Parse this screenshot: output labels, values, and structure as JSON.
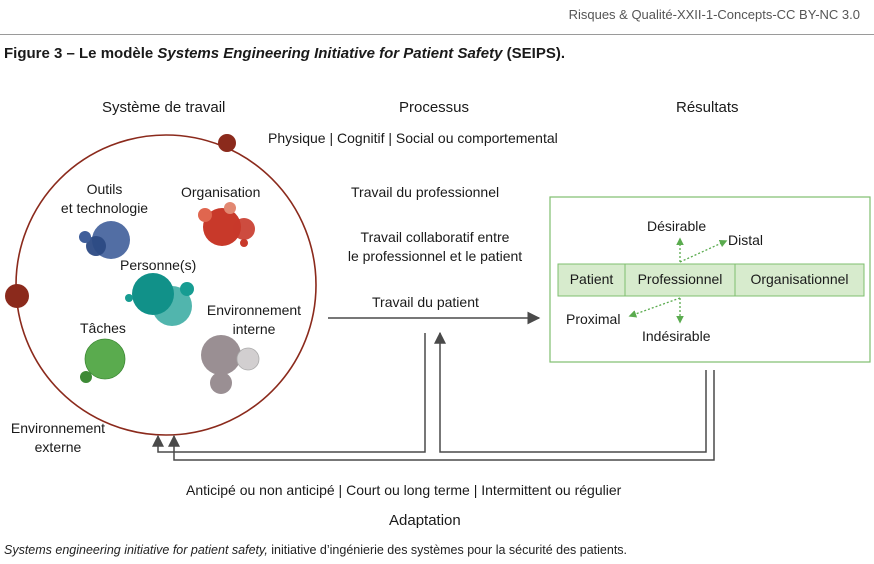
{
  "header": {
    "source": "Risques & Qualité-XXII-1-Concepts-CC BY-NC 3.0"
  },
  "figure_title": {
    "prefix": "Figure 3 – Le modèle ",
    "italic": "Systems Engineering Initiative for Patient Safety",
    "suffix": " (SEIPS)."
  },
  "columns": {
    "work_system": "Système de travail",
    "process": "Processus",
    "results": "Résultats"
  },
  "work_system": {
    "tools": [
      "Outils",
      "et technologie"
    ],
    "organisation": "Organisation",
    "person": "Personne(s)",
    "internal_env": [
      "Environnement",
      "interne"
    ],
    "tasks": "Tâches",
    "external_env": [
      "Environnement",
      "externe"
    ]
  },
  "process": {
    "dimensions": "Physique | Cognitif | Social ou comportemental",
    "prof_work": "Travail du professionnel",
    "collab_work": [
      "Travail collaboratif entre",
      "le professionnel et le patient"
    ],
    "patient_work": "Travail du patient"
  },
  "results": {
    "desirable": "Désirable",
    "distal": "Distal",
    "proximal": "Proximal",
    "undesirable": "Indésirable",
    "row": [
      "Patient",
      "Professionnel",
      "Organisationnel"
    ]
  },
  "adaptation": {
    "types": "Anticipé ou non anticipé | Court ou long terme | Intermittent ou régulier",
    "label": "Adaptation"
  },
  "footer": {
    "italic": "Systems engineering initiative for patient safety,",
    "rest": " initiative d’ingénierie des systèmes pour la sécurité des patients."
  },
  "colors": {
    "circle_border": "#8b2a1c",
    "tools": "#3f5e9a",
    "organisation": "#c8392a",
    "person": "#179c92",
    "internal_env": "#9a8f93",
    "tasks": "#5aab4e",
    "results_border": "#7fbf6f",
    "results_row_fill": "#d7ebcd",
    "arrow": "#4a4a4a"
  }
}
